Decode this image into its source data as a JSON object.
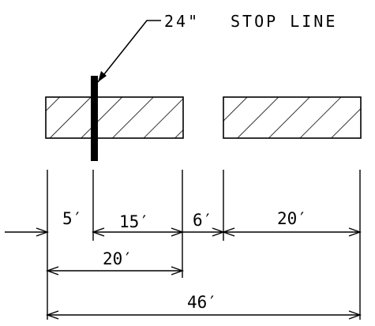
{
  "callout": {
    "size_label": "24\"",
    "name_label": "STOP LINE"
  },
  "dimensions": {
    "d1": "5′",
    "d2": "15′",
    "d3": "6′",
    "d4": "20′",
    "d5": "20′",
    "d6": "46′"
  },
  "colors": {
    "ink": "#000000",
    "background": "#ffffff"
  }
}
